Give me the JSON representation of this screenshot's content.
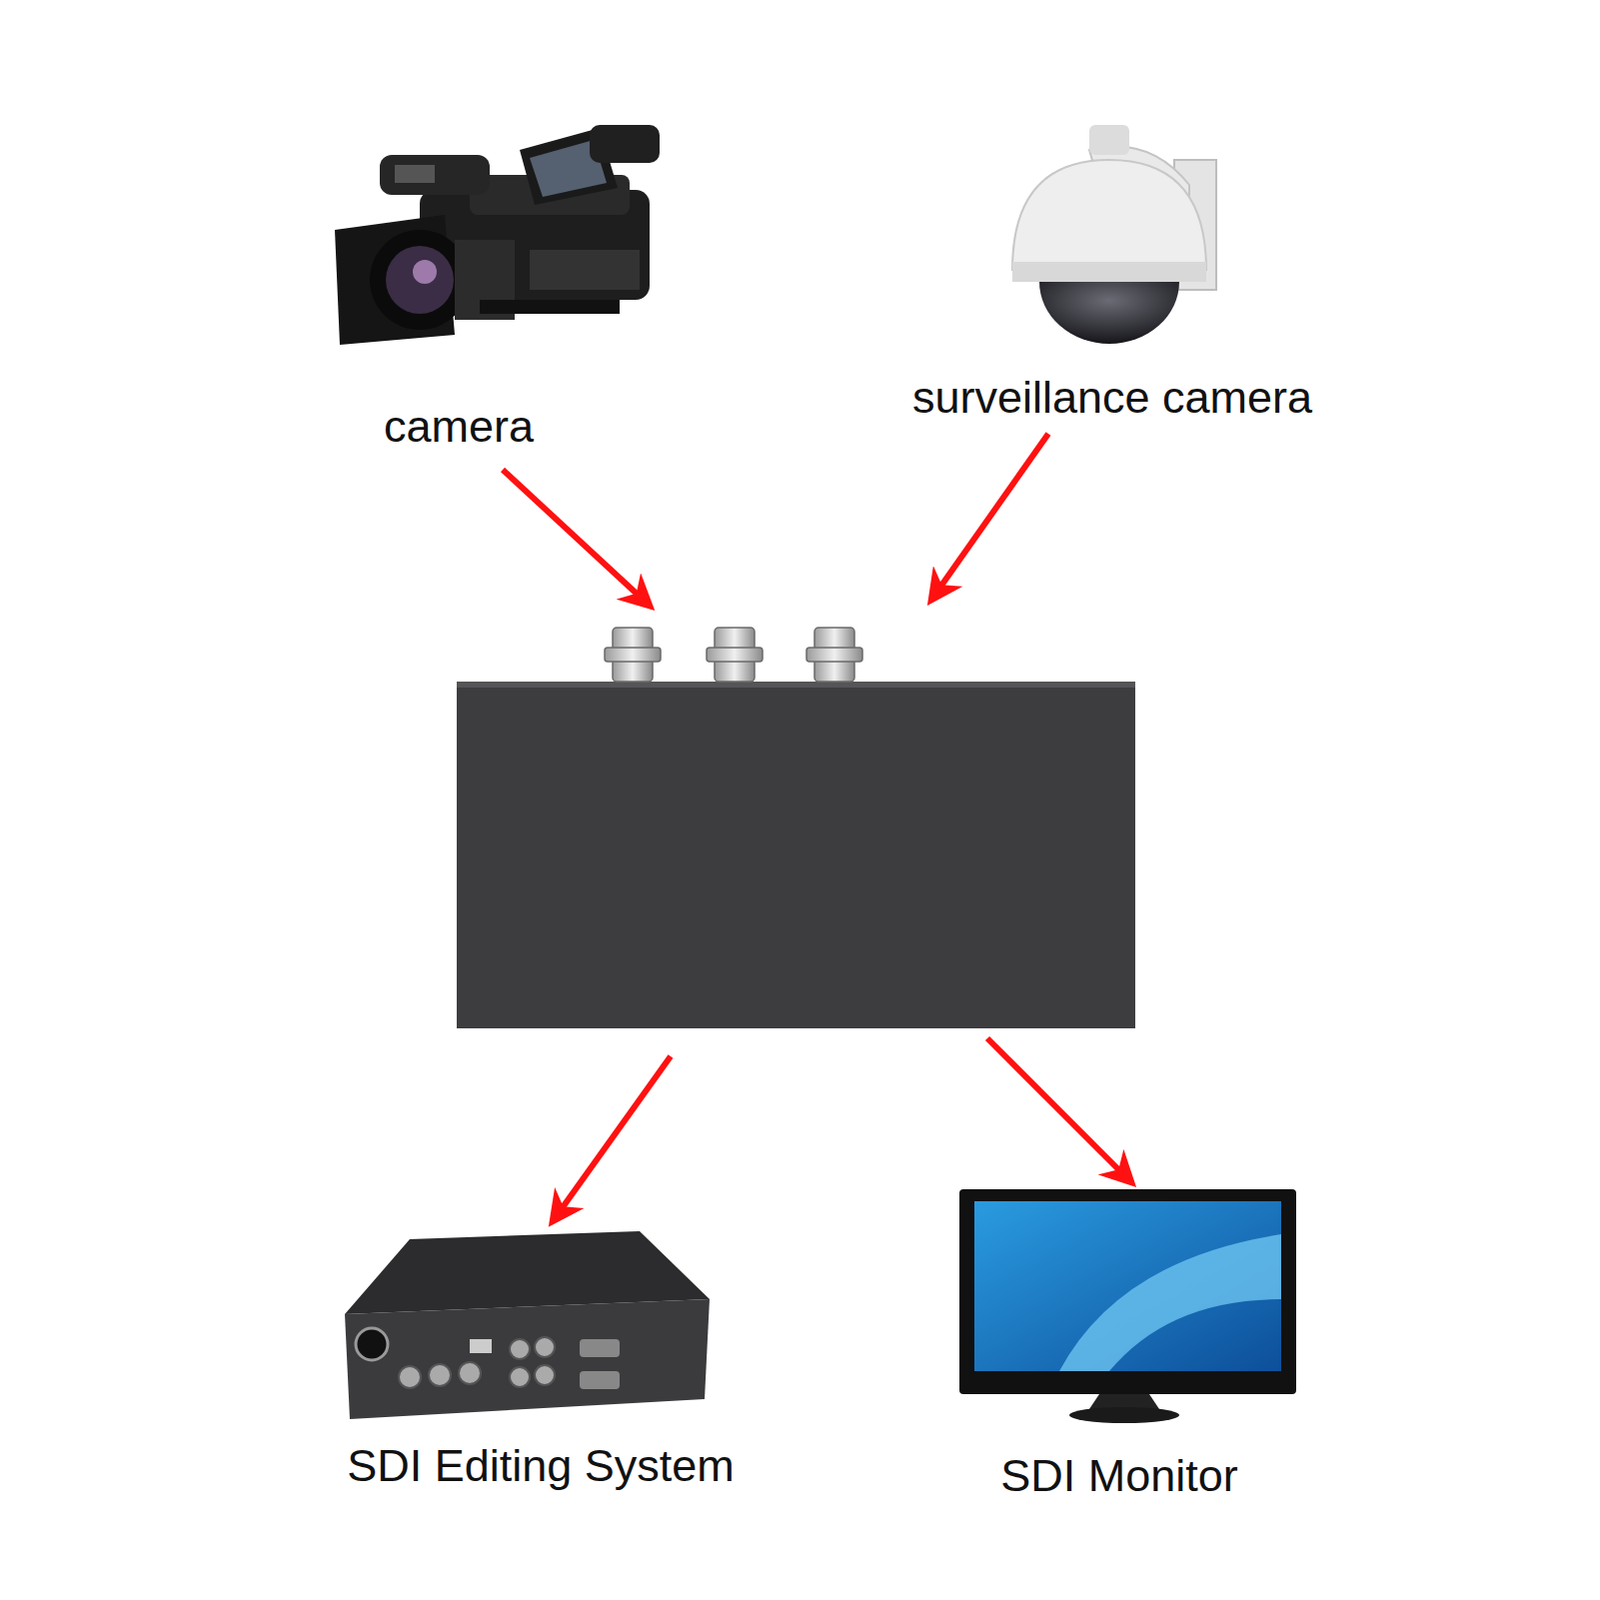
{
  "diagram": {
    "labels": [
      "camera",
      "surveillance camera",
      "SDI Editing System",
      "SDI Monitor"
    ]
  }
}
